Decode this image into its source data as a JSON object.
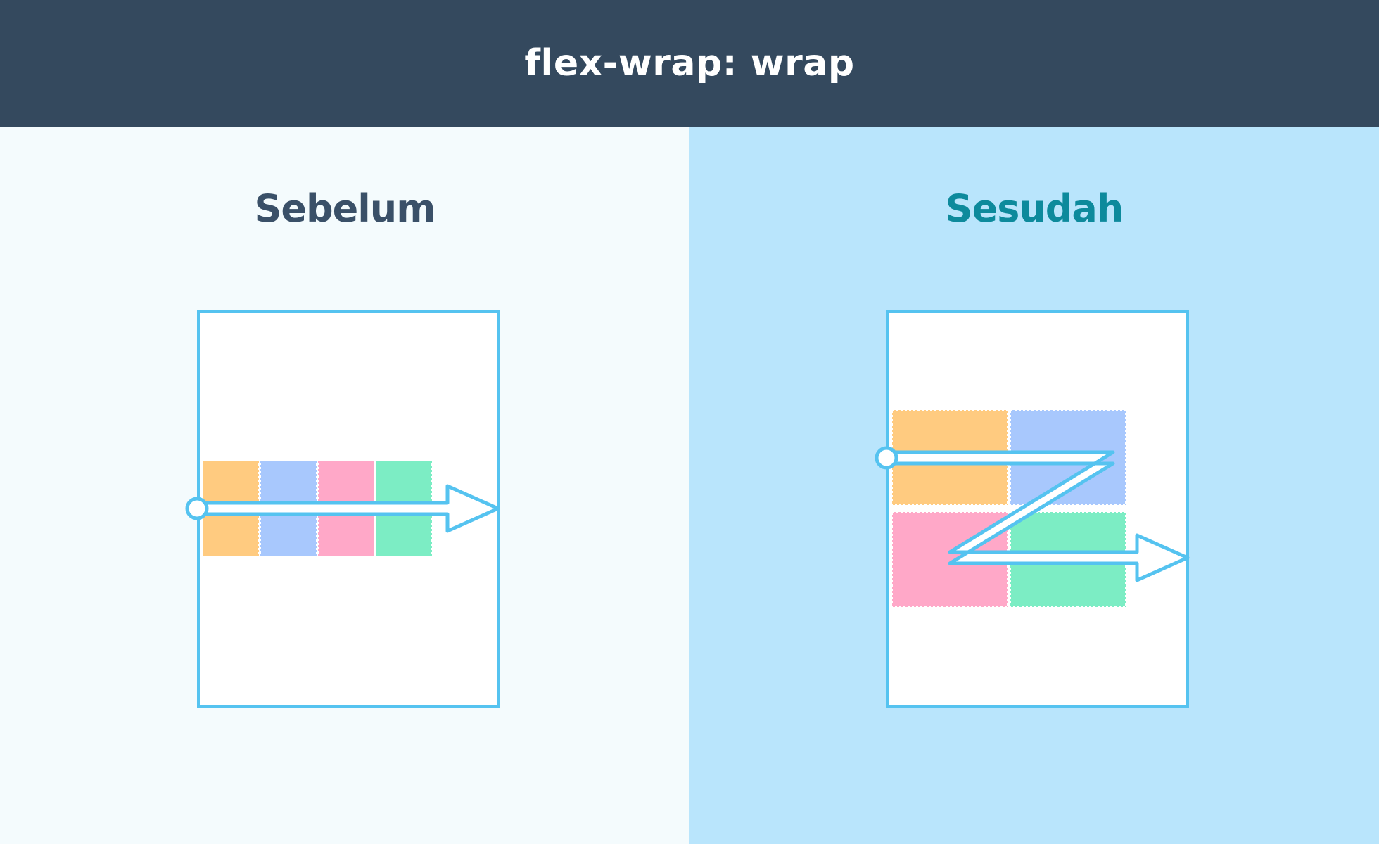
{
  "header": {
    "title": "flex-wrap: wrap",
    "bg_color": "#34495e",
    "text_color": "#ffffff"
  },
  "panels": [
    {
      "key": "before",
      "title": "Sebelum",
      "bg_color": "#f4fbfd",
      "title_color": "#3a5068",
      "container_border_color": "#55c3f0",
      "container_bg": "#ffffff",
      "layout": "single-row-nowrap",
      "rows": 1,
      "columns": 4,
      "arrow_shape": "straight-right",
      "arrow_color": "#55c3f0",
      "arrow_fill": "#ffffff",
      "items": [
        {
          "name": "item-1",
          "color": "#ffcb80"
        },
        {
          "name": "item-2",
          "color": "#a8c8fd"
        },
        {
          "name": "item-3",
          "color": "#ffa8c8"
        },
        {
          "name": "item-4",
          "color": "#7cedc4"
        }
      ]
    },
    {
      "key": "after",
      "title": "Sesudah",
      "bg_color": "#b9e5fc",
      "title_color": "#0d8a9c",
      "container_border_color": "#55c3f0",
      "container_bg": "#ffffff",
      "layout": "two-row-wrap",
      "rows": 2,
      "columns": 2,
      "arrow_shape": "z-path-wrap",
      "arrow_color": "#55c3f0",
      "arrow_fill": "#ffffff",
      "items": [
        {
          "name": "item-1",
          "color": "#ffcb80"
        },
        {
          "name": "item-2",
          "color": "#a8c8fd"
        },
        {
          "name": "item-3",
          "color": "#ffa8c8"
        },
        {
          "name": "item-4",
          "color": "#7cedc4"
        }
      ]
    }
  ],
  "colors": {
    "accent": "#55c3f0",
    "navy": "#34495e",
    "teal": "#0d8a9c",
    "orange": "#ffcb80",
    "blue": "#a8c8fd",
    "pink": "#ffa8c8",
    "green": "#7cedc4"
  }
}
